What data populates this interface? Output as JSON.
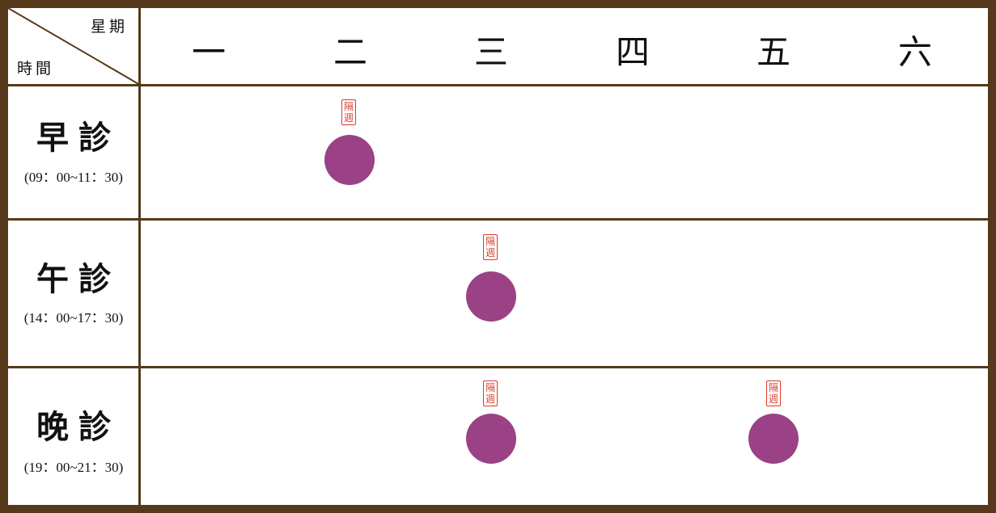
{
  "header": {
    "corner_top": "星期",
    "corner_bottom": "時間",
    "days": [
      "一",
      "二",
      "三",
      "四",
      "五",
      "六"
    ]
  },
  "sessions": [
    {
      "name": "早診",
      "hours": "(09：00~11：30)"
    },
    {
      "name": "午診",
      "hours": "(14：00~17：30)"
    },
    {
      "name": "晚診",
      "hours": "(19：00~21：30)"
    }
  ],
  "stamp_text": [
    "隔",
    "週"
  ],
  "slots": [
    {
      "session": "早診",
      "day": "二",
      "stamp": true
    },
    {
      "session": "午診",
      "day": "三",
      "stamp": true
    },
    {
      "session": "晚診",
      "day": "三",
      "stamp": true
    },
    {
      "session": "晚診",
      "day": "五",
      "stamp": true
    }
  ],
  "colors": {
    "border": "#56391a",
    "dot": "#9a4285",
    "stamp": "#d93a2a"
  }
}
